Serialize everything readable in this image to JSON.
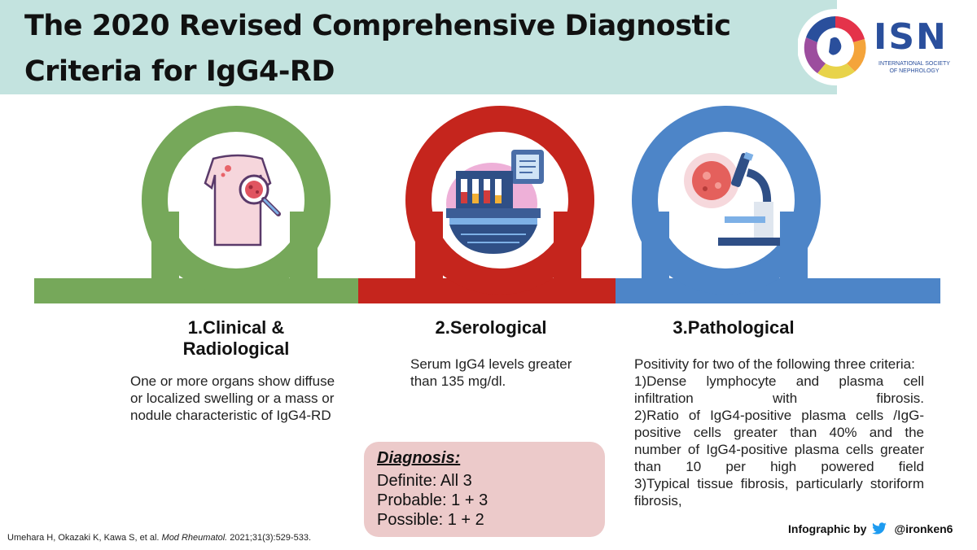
{
  "title": {
    "line1": "The 2020 Revised Comprehensive Diagnostic",
    "line2": "Criteria for IgG4-RD"
  },
  "logo": {
    "text": "ISN",
    "subtitle_line1": "INTERNATIONAL SOCIETY",
    "subtitle_line2": "OF NEPHROLOGY",
    "colors": [
      "#e4334a",
      "#f4a43b",
      "#9c4d9e",
      "#2a4f9c",
      "#e8d34a"
    ]
  },
  "criteria": [
    {
      "number_label": "1.Clinical &",
      "label_line2": "Radiological",
      "color": "#76a85a",
      "icon": "torso-magnifier-icon",
      "body_lines": [
        "One or more organs show diffuse",
        "or localized swelling or a mass or",
        "nodule characteristic of IgG4-RD"
      ]
    },
    {
      "number_label": "2.Serological",
      "color": "#c5251d",
      "icon": "blood-analyzer-icon",
      "body_lines": [
        "Serum IgG4 levels greater",
        "than 135 mg/dl."
      ]
    },
    {
      "number_label": "3.Pathological",
      "color": "#4d85c8",
      "icon": "microscope-icon",
      "body_lines": [
        "Positivity for two of the following three criteria:",
        "1)Dense lymphocyte and plasma cell",
        "infiltration with fibrosis.",
        "2)Ratio of IgG4-positive plasma cells /IgG-",
        "positive cells greater than 40% and the",
        "number of IgG4-positive plasma cells greater",
        "than 10 per high powered field",
        "3)Typical tissue fibrosis, particularly storiform",
        "fibrosis,"
      ]
    }
  ],
  "diagnosis": {
    "title": "Diagnosis:",
    "lines": [
      "Definite: All 3",
      "Probable: 1 + 3",
      "Possible: 1 + 2"
    ]
  },
  "citation": {
    "authors": "Umehara H, Okazaki K, Kawa S, et al. ",
    "journal": "Mod Rheumatol.",
    "details": " 2021;31(3):529-533."
  },
  "credit": {
    "label": "Infographic by",
    "icon": "twitter-bird-icon",
    "handle": "@ironken6"
  }
}
